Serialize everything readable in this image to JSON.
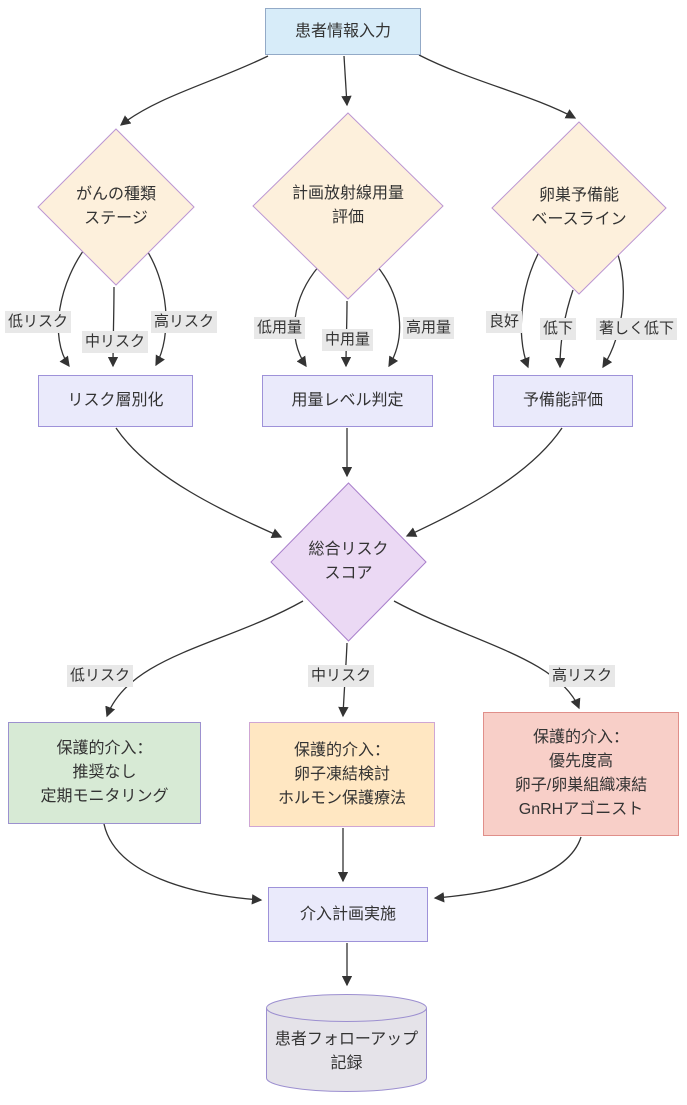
{
  "colors": {
    "line_color": "#333333",
    "text_color": "#333333",
    "label_bg": "#e8e8e8",
    "input_fill": "#d7ecf9",
    "input_border": "#93aac7",
    "decision_fill": "#fdf0dc",
    "decision_border": "#bb95d2",
    "process_fill": "#eaeafb",
    "process_border": "#9e92d9",
    "total_fill": "#ebd9f4",
    "total_border": "#a87ecb",
    "low_fill": "#d7ead5",
    "low_border": "#9c91cf",
    "mid_fill": "#ffe7c2",
    "mid_border": "#cfa6d4",
    "high_fill": "#f8cfc8",
    "high_border": "#e08f8a",
    "db_fill": "#e5e3e9",
    "db_border": "#9c8fd0"
  },
  "nodes": {
    "input": {
      "label": "患者情報入力"
    },
    "cancer": {
      "lines": [
        "がんの種類",
        "ステージ"
      ]
    },
    "radiation": {
      "lines": [
        "計画放射線用量",
        "評価"
      ]
    },
    "ovarian": {
      "lines": [
        "卵巣予備能",
        "ベースライン"
      ]
    },
    "risk_strat": {
      "label": "リスク層別化"
    },
    "dose_level": {
      "label": "用量レベル判定"
    },
    "reserve_eval": {
      "label": "予備能評価"
    },
    "total_risk": {
      "lines": [
        "総合リスク",
        "スコア"
      ]
    },
    "low_action": {
      "lines": [
        "保護的介入：",
        "推奨なし",
        "定期モニタリング"
      ]
    },
    "mid_action": {
      "lines": [
        "保護的介入：",
        "卵子凍結検討",
        "ホルモン保護療法"
      ]
    },
    "high_action": {
      "lines": [
        "保護的介入：",
        "優先度高",
        "卵子/卵巣組織凍結",
        "GnRHアゴニスト"
      ]
    },
    "implement": {
      "label": "介入計画実施"
    },
    "record": {
      "lines": [
        "患者フォローアップ",
        "記録"
      ]
    }
  },
  "edge_labels": {
    "cancer_low": "低リスク",
    "cancer_mid": "中リスク",
    "cancer_high": "高リスク",
    "dose_low": "低用量",
    "dose_mid": "中用量",
    "dose_high": "高用量",
    "reserve_good": "良好",
    "reserve_down": "低下",
    "reserve_verydown": "著しく低下",
    "total_low": "低リスク",
    "total_mid": "中リスク",
    "total_high": "高リスク"
  }
}
